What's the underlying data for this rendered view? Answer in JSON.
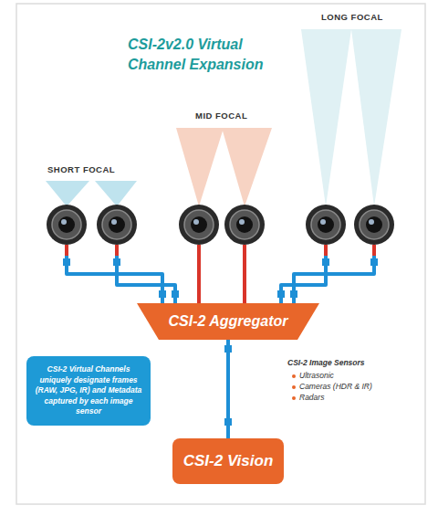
{
  "diagram": {
    "title": "CSI-2v2.0 Virtual Channel Expansion",
    "nodes": [
      {
        "text": [
          "CSI-2 Aggregator"
        ]
      },
      {
        "text": [
          "CSI-2 Virtual Channels uniquely designate frames (RAW, JPG, IR) and Metadata captured by each image sensor"
        ]
      },
      {
        "text": [
          "CSI-2 Vision"
        ]
      }
    ],
    "edges": [
      {
        "from": 0,
        "to": 2,
        "arrow": "none"
      }
    ],
    "labels": [
      "SHORT FOCAL",
      "MID FOCAL",
      "LONG FOCAL",
      "CSI-2 Image Sensors",
      "Ultrasonic",
      "Cameras (HDR & IR)",
      "Radars"
    ]
  }
}
